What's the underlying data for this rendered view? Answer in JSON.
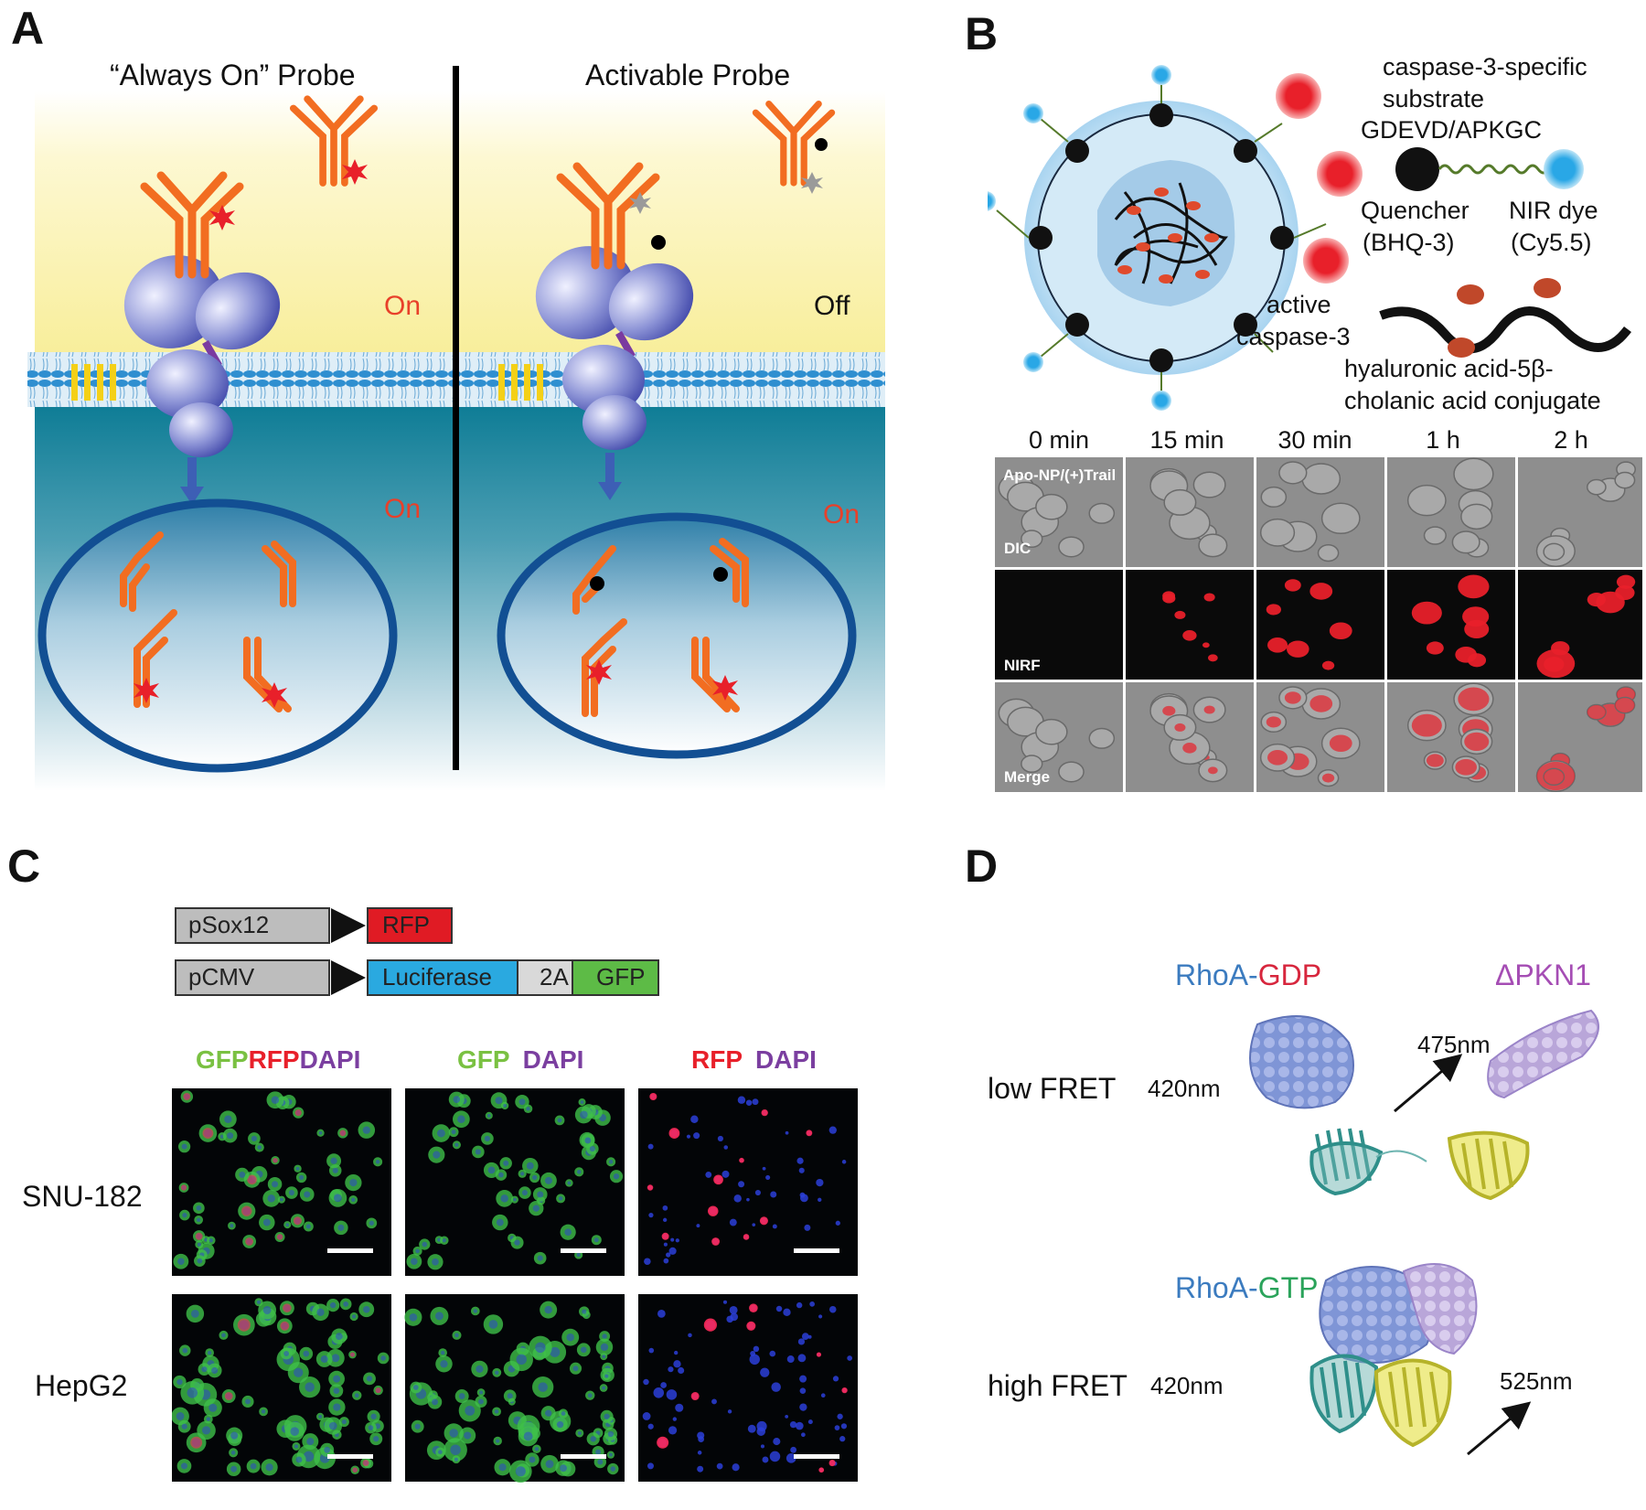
{
  "panel_a": {
    "letter": "A",
    "left_title": "“Always On” Probe",
    "right_title": "Activable Probe",
    "on_label": "On",
    "off_label": "Off"
  },
  "panel_b": {
    "letter": "B",
    "substrate_label_1": "caspase-3-specific",
    "substrate_label_2": "substrate",
    "substrate_label_3": "GDEVD/APKGC",
    "quencher_label_1": "Quencher",
    "quencher_label_2": "(BHQ-3)",
    "dye_label_1": "NIR dye",
    "dye_label_2": "(Cy5.5)",
    "caspase_label_1": "active",
    "caspase_label_2": "caspase-3",
    "conjugate_label_1": "hyaluronic acid-5β-",
    "conjugate_label_2": "cholanic acid conjugate",
    "time_headers": [
      "0 min",
      "15 min",
      "30 min",
      "1 h",
      "2 h"
    ],
    "row_labels": [
      "DIC",
      "NIRF",
      "Merge"
    ],
    "treatment_label": "Apo-NP/(+)Trail",
    "nirf_intensity": [
      0,
      0.35,
      0.6,
      0.8,
      1.0
    ]
  },
  "panel_c": {
    "letter": "C",
    "construct1": {
      "promoter": "pSox12",
      "gene": "RFP"
    },
    "construct2": {
      "promoter": "pCMV",
      "gene1": "Luciferase",
      "linker": "2A",
      "gene2": "GFP"
    },
    "col1": {
      "gfp": "GFP",
      "rfp": "RFP",
      "dapi": "DAPI"
    },
    "col2": {
      "gfp": "GFP",
      "dapi": "DAPI"
    },
    "col3": {
      "rfp": "RFP",
      "dapi": "DAPI"
    },
    "row_labels": [
      "SNU-182",
      "HepG2"
    ]
  },
  "panel_d": {
    "letter": "D",
    "top": {
      "rhoa": "RhoA",
      "dash": "-",
      "nucleotide": "GDP",
      "partner": "ΔPKN1",
      "fret": "low FRET",
      "excitation": "420nm",
      "emission": "475nm"
    },
    "bottom": {
      "rhoa": "RhoA",
      "dash": "-",
      "nucleotide": "GTP",
      "fret": "high FRET",
      "excitation": "420nm",
      "emission": "525nm"
    }
  },
  "colors": {
    "antibody": "#f26d21",
    "fluor": "#e8202a",
    "rhoa_blue": "#3b7bbf",
    "gdp_red": "#d7263d",
    "gtp_green": "#2aa35a",
    "pkn_purple": "#a54db4",
    "gfp_green": "#7ac142",
    "rfp_red": "#e8202a",
    "dapi_purple": "#7b3fa0",
    "luciferase_blue": "#2aa9e0"
  }
}
